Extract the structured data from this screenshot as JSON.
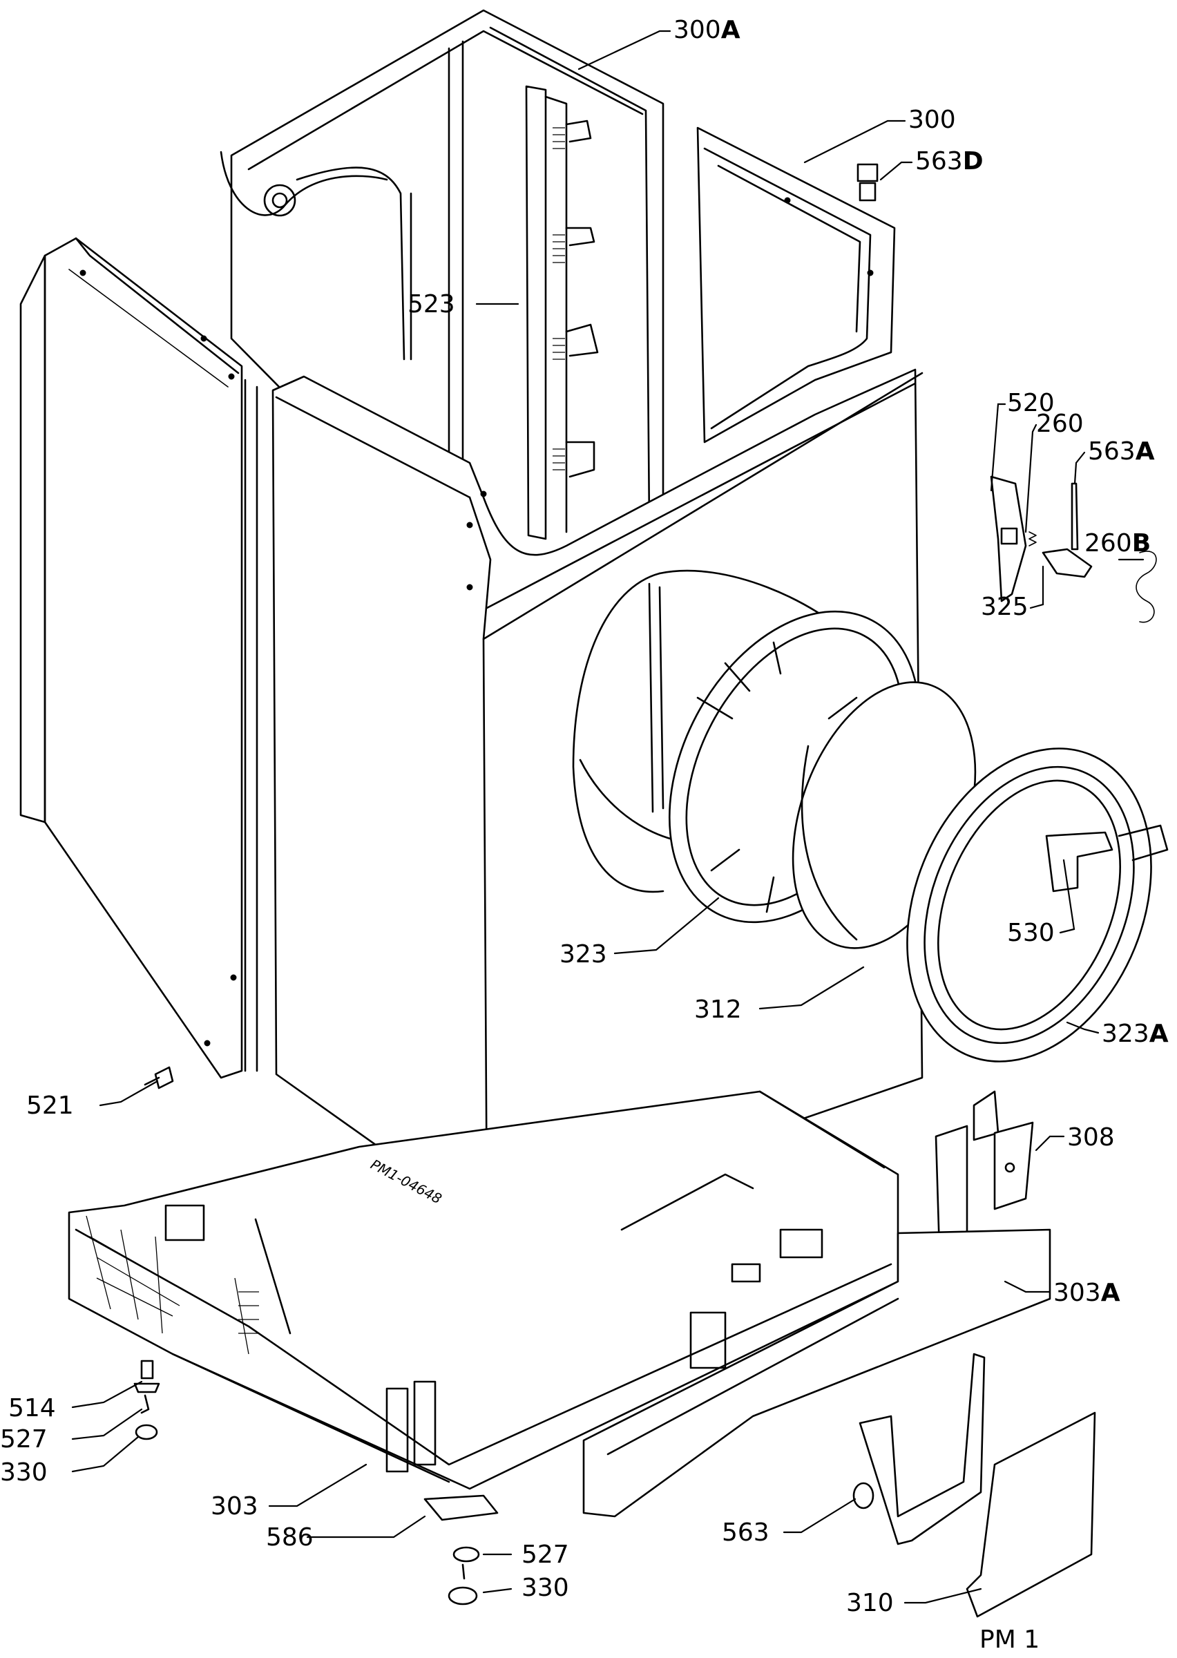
{
  "diagram": {
    "reference": "PM 1",
    "drawing_number": "PM1-04648",
    "callouts": {
      "c300a": {
        "num": "300",
        "suffix": "A"
      },
      "c300": {
        "num": "300",
        "suffix": ""
      },
      "c563d": {
        "num": "563",
        "suffix": "D"
      },
      "c523": {
        "num": "523",
        "suffix": ""
      },
      "c520": {
        "num": "520",
        "suffix": ""
      },
      "c260": {
        "num": "260",
        "suffix": ""
      },
      "c563a": {
        "num": "563",
        "suffix": "A"
      },
      "c260b": {
        "num": "260",
        "suffix": "B"
      },
      "c325": {
        "num": "325",
        "suffix": ""
      },
      "c530": {
        "num": "530",
        "suffix": ""
      },
      "c323": {
        "num": "323",
        "suffix": ""
      },
      "c312": {
        "num": "312",
        "suffix": ""
      },
      "c323a": {
        "num": "323",
        "suffix": "A"
      },
      "c521": {
        "num": "521",
        "suffix": ""
      },
      "c308": {
        "num": "308",
        "suffix": ""
      },
      "c303a": {
        "num": "303",
        "suffix": "A"
      },
      "c514": {
        "num": "514",
        "suffix": ""
      },
      "c527a": {
        "num": "527",
        "suffix": ""
      },
      "c330a": {
        "num": "330",
        "suffix": ""
      },
      "c303": {
        "num": "303",
        "suffix": ""
      },
      "c586": {
        "num": "586",
        "suffix": ""
      },
      "c527b": {
        "num": "527",
        "suffix": ""
      },
      "c330b": {
        "num": "330",
        "suffix": ""
      },
      "c563": {
        "num": "563",
        "suffix": ""
      },
      "c310": {
        "num": "310",
        "suffix": ""
      }
    }
  }
}
